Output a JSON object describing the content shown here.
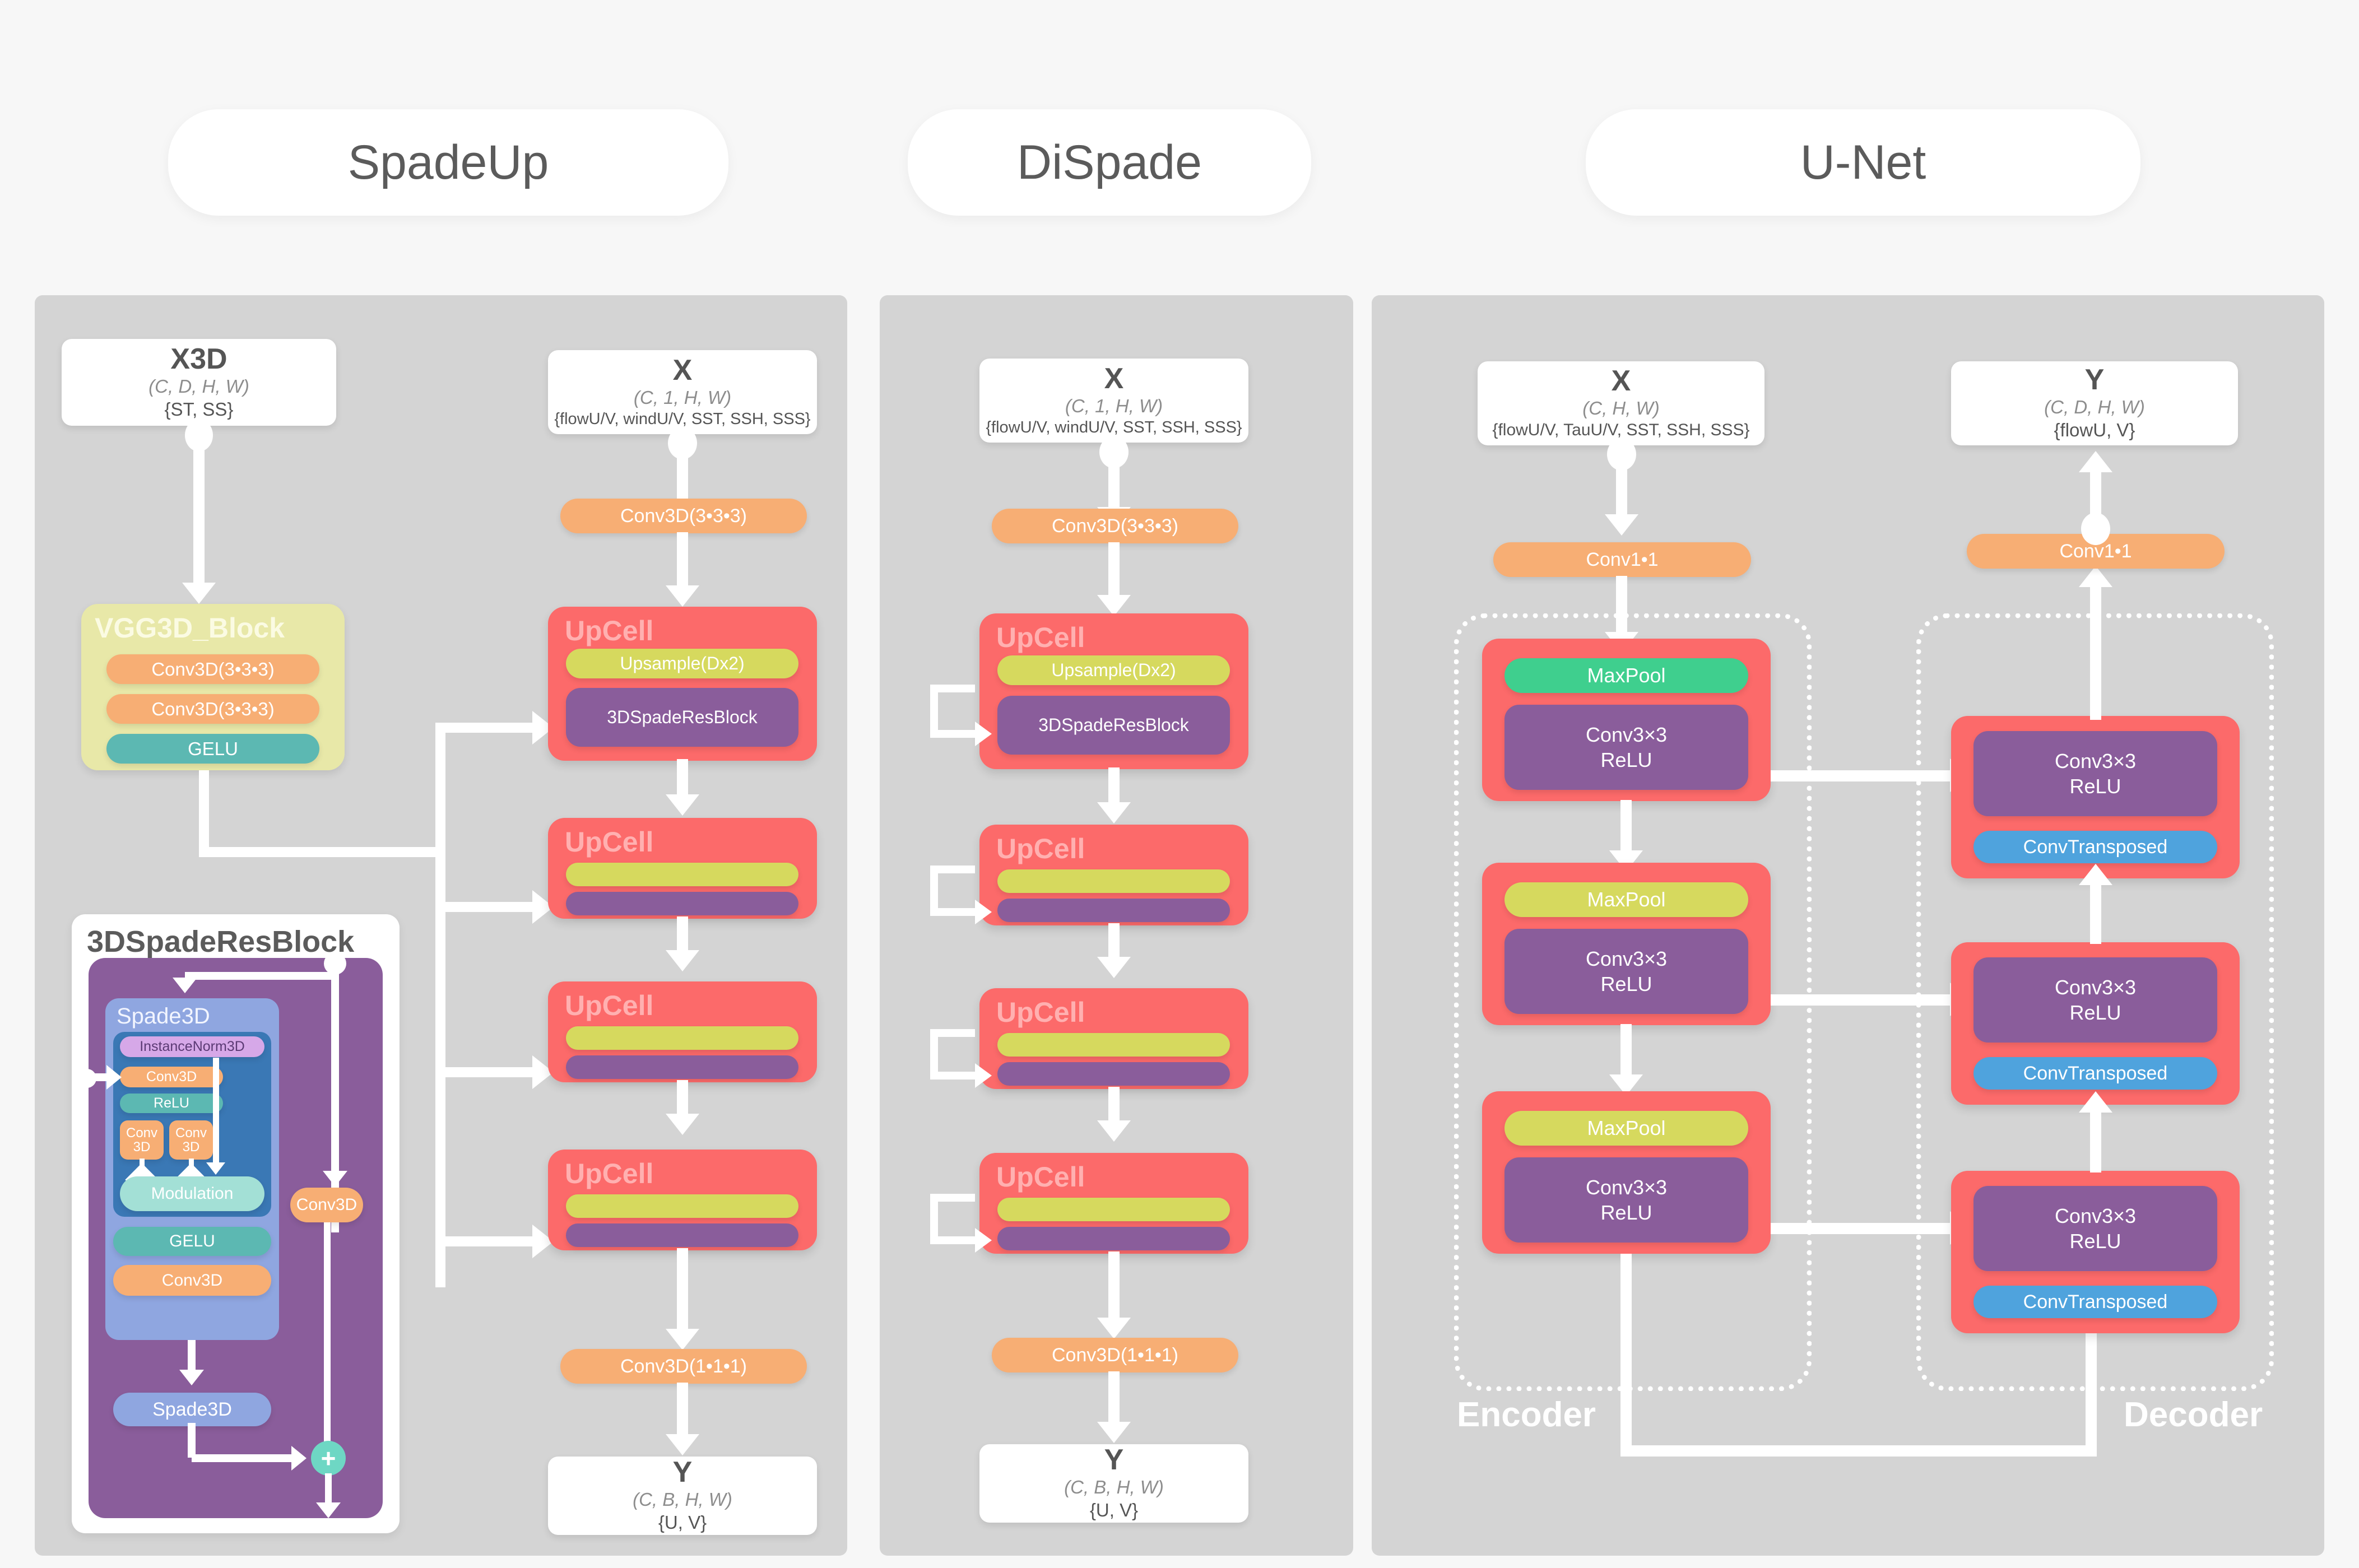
{
  "headers": [
    {
      "label": "SpadeUp"
    },
    {
      "label": "DiSpade"
    },
    {
      "label": "U-Net"
    }
  ],
  "spadeup": {
    "input_x3d": {
      "title": "X3D",
      "shape": "(C, D, H, W)",
      "vars": "{ST, SS}"
    },
    "vgg_block": {
      "title": "VGG3D_Block",
      "layers": [
        "Conv3D(3•3•3)",
        "Conv3D(3•3•3)",
        "GELU"
      ]
    },
    "resblock_panel": {
      "title": "3DSpadeResBlock",
      "spade_title": "Spade3D",
      "instancenorm": "InstanceNorm3D",
      "conv_a": "Conv3D",
      "relu": "ReLU",
      "conv_small_1": "Conv\n3D",
      "conv_small_2": "Conv\n3D",
      "modulation": "Modulation",
      "gelu": "GELU",
      "conv_b": "Conv3D",
      "spade_bottom": "Spade3D",
      "skip_conv": "Conv3D",
      "add": "+"
    },
    "input_x": {
      "title": "X",
      "shape": "(C, 1, H, W)",
      "vars": "{flowU/V, windU/V, SST, SSH, SSS}"
    },
    "conv_in": "Conv3D(3•3•3)",
    "upcells": [
      {
        "caption": "UpCell",
        "upsample": "Upsample(Dx2)",
        "resblock": "3DSpadeResBlock"
      },
      {
        "caption": "UpCell",
        "upsample": "",
        "resblock": ""
      },
      {
        "caption": "UpCell",
        "upsample": "",
        "resblock": ""
      },
      {
        "caption": "UpCell",
        "upsample": "",
        "resblock": ""
      }
    ],
    "conv_out": "Conv3D(1•1•1)",
    "output_y": {
      "title": "Y",
      "shape": "(C, B, H, W)",
      "vars": "{U, V}"
    }
  },
  "dispade": {
    "input_x": {
      "title": "X",
      "shape": "(C, 1, H, W)",
      "vars": "{flowU/V, windU/V, SST, SSH, SSS}"
    },
    "conv_in": "Conv3D(3•3•3)",
    "upcells": [
      {
        "caption": "UpCell",
        "upsample": "Upsample(Dx2)",
        "resblock": "3DSpadeResBlock"
      },
      {
        "caption": "UpCell",
        "upsample": "",
        "resblock": ""
      },
      {
        "caption": "UpCell",
        "upsample": "",
        "resblock": ""
      },
      {
        "caption": "UpCell",
        "upsample": "",
        "resblock": ""
      }
    ],
    "conv_out": "Conv3D(1•1•1)",
    "output_y": {
      "title": "Y",
      "shape": "(C, B, H, W)",
      "vars": "{U, V}"
    }
  },
  "unet": {
    "input_x": {
      "title": "X",
      "shape": "(C, H, W)",
      "vars": "{flowU/V, TauU/V, SST, SSH, SSS}"
    },
    "output_y": {
      "title": "Y",
      "shape": "(C, D, H, W)",
      "vars": "{flowU, V}"
    },
    "conv_in": "Conv1•1",
    "conv_out": "Conv1•1",
    "encoder_label": "Encoder",
    "decoder_label": "Decoder",
    "encoder_blocks": [
      {
        "pool": "MaxPool",
        "pool_color": "green",
        "conv": "Conv3×3\nReLU"
      },
      {
        "pool": "MaxPool",
        "pool_color": "yellow",
        "conv": "Conv3×3\nReLU"
      },
      {
        "pool": "MaxPool",
        "pool_color": "yellow",
        "conv": "Conv3×3\nReLU"
      }
    ],
    "decoder_blocks": [
      {
        "conv": "Conv3×3\nReLU",
        "upconv": "ConvTransposed"
      },
      {
        "conv": "Conv3×3\nReLU",
        "upconv": "ConvTransposed"
      },
      {
        "conv": "Conv3×3\nReLU",
        "upconv": "ConvTransposed"
      }
    ]
  },
  "colors": {
    "panel_bg": "#d4d4d4",
    "page_bg": "#f7f7f7",
    "cell_red": "#fc6a6a",
    "orange": "#f7ae74",
    "purple": "#8a5d9b",
    "yellow": "#d6d95e",
    "green": "#3fcf8e",
    "blue": "#4fa3dd",
    "teal": "#5cb8b2",
    "light_teal": "#a3e0d6",
    "light_purple": "#d6a8e8",
    "vgg_bg": "#e8e8a8",
    "spade_bg": "#8fa6e0",
    "spade_inner": "#3a78b5"
  }
}
